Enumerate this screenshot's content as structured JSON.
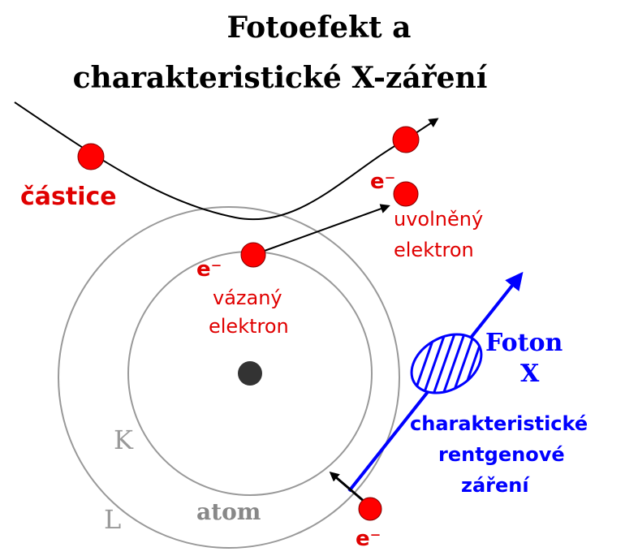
{
  "title": {
    "line1": "Fotoefekt a",
    "line2": "charakteristické X-záření"
  },
  "labels": {
    "particle": "částice",
    "electron_symbol": "e⁻",
    "released_line1": "uvolněný",
    "released_line2": "elektron",
    "bound_line1": "vázaný",
    "bound_line2": "elektron",
    "photon_line1": "Foton",
    "photon_line2": "X",
    "char_line1": "charakteristické",
    "char_line2": "rentgenové",
    "char_line3": "záření",
    "shell_k": "K",
    "shell_l": "L",
    "atom": "atom"
  },
  "colors": {
    "electron_red": "#ff0000",
    "label_red": "#e00000",
    "photon_blue": "#0000ff",
    "shell_gray": "#999999",
    "nucleus": "#333333",
    "text_black": "#000000"
  }
}
